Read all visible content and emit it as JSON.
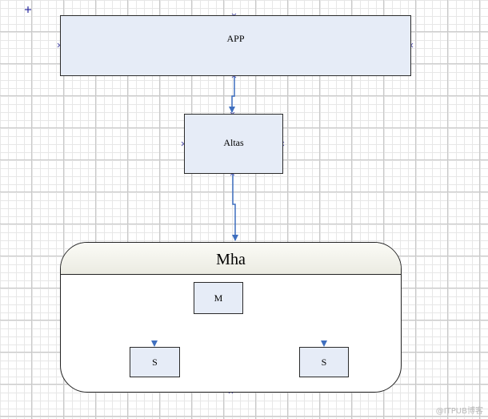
{
  "diagram": {
    "app": {
      "label": "APP"
    },
    "altas": {
      "label": "Altas"
    },
    "mha": {
      "label": "Mha",
      "master": {
        "label": "M"
      },
      "slave_left": {
        "label": "S"
      },
      "slave_right": {
        "label": "S"
      }
    }
  },
  "watermark": {
    "text": "@ITPUB博客"
  },
  "colors": {
    "box_fill": "#e6ecf7",
    "connector": "#3f6fbf",
    "handle": "#5b5bb0"
  }
}
